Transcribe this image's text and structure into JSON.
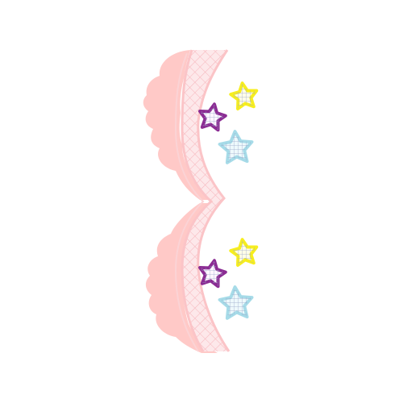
{
  "artwork": {
    "subject": "scalloped-lace-border",
    "background_color": "#ffffff",
    "scallop_color": "#ffc9c7",
    "lace_stripe_color": "#fde8ea",
    "lace_grid_color": "#f6b6bc",
    "lace_edge_color": "#fbc4c7",
    "inner_outline_color": "#fbd3d5",
    "star_clusters": [
      {
        "stars": [
          {
            "color": "yellow",
            "outline": "#f7ee1e",
            "fill": "#fffde8"
          },
          {
            "color": "purple",
            "outline": "#8b2c93",
            "fill": "#fdf6ff"
          },
          {
            "color": "light-blue",
            "outline": "#a6dbe8",
            "fill": "#eef9fc"
          }
        ]
      },
      {
        "stars": [
          {
            "color": "yellow",
            "outline": "#f7ee1e",
            "fill": "#fffde8"
          },
          {
            "color": "purple",
            "outline": "#8b2c93",
            "fill": "#fdf6ff"
          },
          {
            "color": "light-blue",
            "outline": "#a6dbe8",
            "fill": "#eef9fc"
          }
        ]
      }
    ]
  }
}
